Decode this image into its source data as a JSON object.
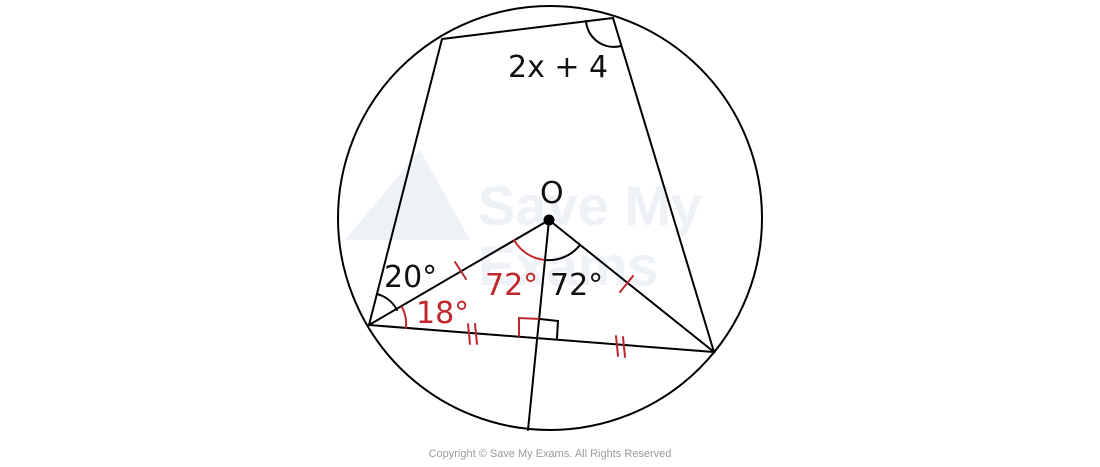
{
  "watermark": {
    "line1": "Save My",
    "line2": "Exams"
  },
  "labels": {
    "center": "O",
    "top_angle": "2x + 4",
    "left_angle_upper": "20°",
    "left_angle_lower": "18°",
    "center_angle_left": "72°",
    "center_angle_right": "72°"
  },
  "colors": {
    "annotation": "#c0272d",
    "ink": "#000000"
  },
  "copyright": "Copyright © Save My Exams. All Rights Reserved"
}
